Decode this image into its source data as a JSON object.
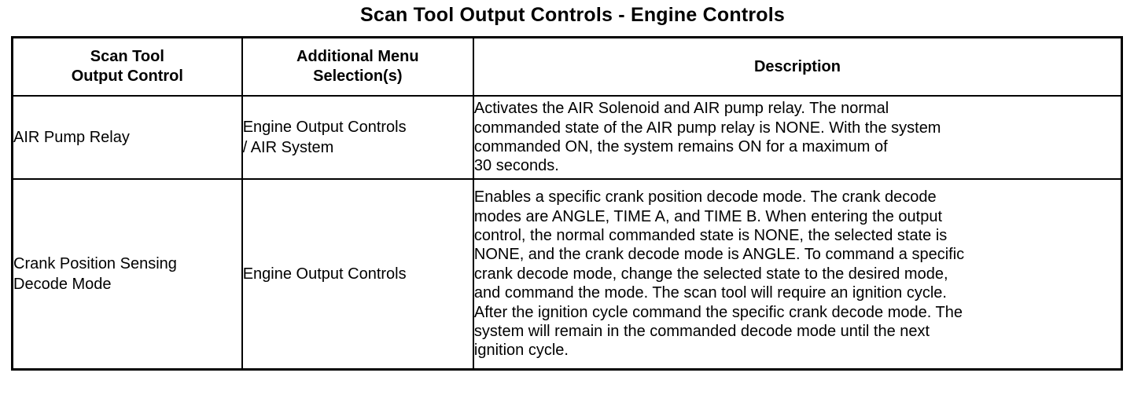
{
  "title": "Scan Tool Output Controls - Engine Controls",
  "table": {
    "headers": [
      {
        "line1": "Scan Tool",
        "line2": "Output Control"
      },
      {
        "line1": "Additional Menu",
        "line2": "Selection(s)"
      },
      {
        "line1": "Description",
        "line2": ""
      }
    ],
    "rows": [
      {
        "control": "AIR Pump Relay",
        "menu_line1": "Engine Output Controls",
        "menu_line2": "/ AIR System",
        "description_lines": [
          "Activates the AIR Solenoid and AIR pump relay. The normal",
          "commanded state of the AIR pump relay is NONE. With the system",
          "commanded ON, the system remains ON for a maximum of",
          "30 seconds."
        ]
      },
      {
        "control_line1": "Crank Position Sensing",
        "control_line2": "Decode Mode",
        "menu_line1": "Engine Output Controls",
        "menu_line2": "",
        "description_lines": [
          "Enables a specific crank position decode mode. The crank decode",
          "modes are ANGLE, TIME A, and TIME B. When entering the output",
          "control, the normal commanded state is NONE, the selected state is",
          "NONE, and the crank decode mode is ANGLE. To command a specific",
          "crank decode mode, change the selected state to the desired mode,",
          "and command the mode. The scan tool will require an ignition cycle.",
          "After the ignition cycle command the specific crank decode mode. The",
          "system will remain in the commanded decode mode until the next",
          "ignition cycle."
        ]
      }
    ]
  }
}
